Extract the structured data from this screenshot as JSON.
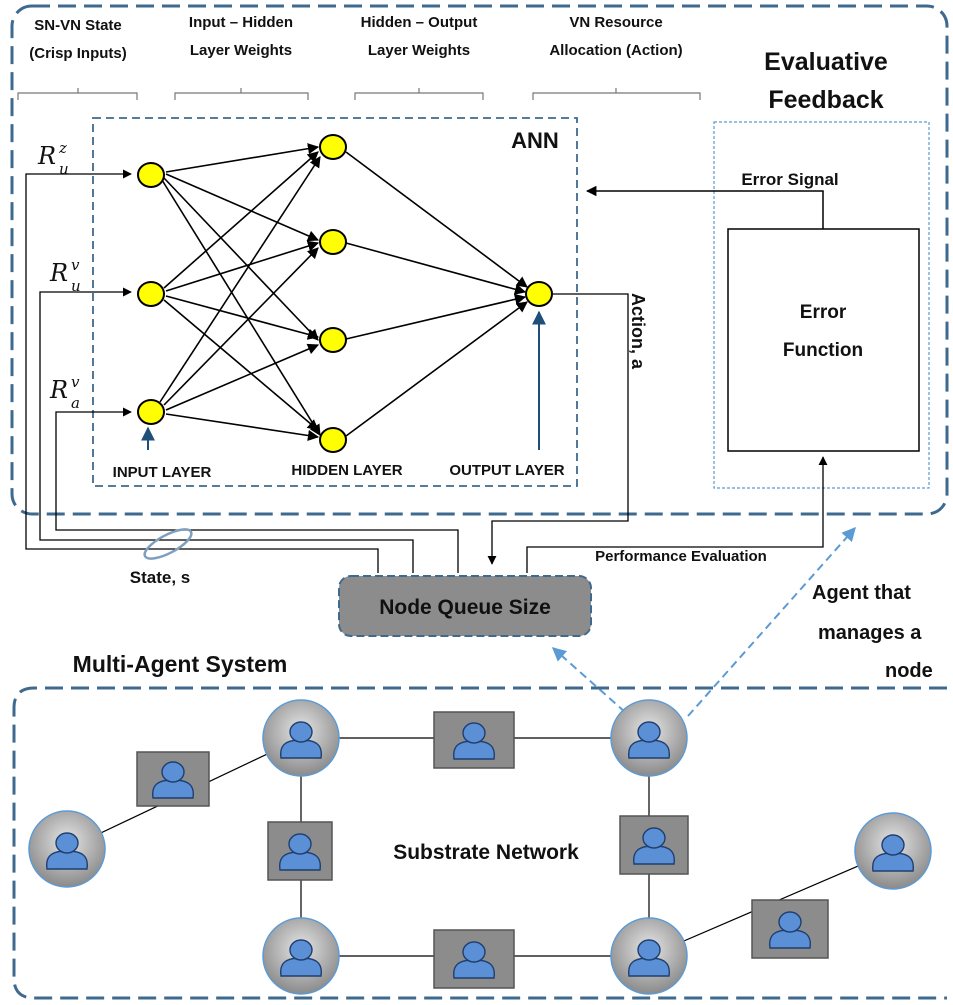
{
  "headers": {
    "col1_line1": "SN-VN State",
    "col1_line2": "(Crisp Inputs)",
    "col2_line1": "Input – Hidden",
    "col2_line2": "Layer Weights",
    "col3_line1": "Hidden – Output",
    "col3_line2": "Layer Weights",
    "col4_line1": "VN Resource",
    "col4_line2": "Allocation (Action)"
  },
  "feedback": {
    "line1": "Evaluative",
    "line2": "Feedback",
    "error_signal": "Error Signal",
    "error_function_line1": "Error",
    "error_function_line2": "Function"
  },
  "ann": {
    "title": "ANN",
    "input_layer": "INPUT LAYER",
    "hidden_layer": "HIDDEN LAYER",
    "output_layer": "OUTPUT LAYER",
    "action": "Action, a"
  },
  "inputs": {
    "r1_base": "R",
    "r1_sup": "z",
    "r1_sub": "u",
    "r2_base": "R",
    "r2_sup": "v",
    "r2_sub": "u",
    "r3_base": "R",
    "r3_sup": "v",
    "r3_sub": "a"
  },
  "loop": {
    "state": "State, s",
    "performance": "Performance Evaluation",
    "queue": "Node Queue Size"
  },
  "agent": {
    "line1": "Agent that",
    "line2": "manages a",
    "line3": "node"
  },
  "mas": {
    "title": "Multi-Agent System",
    "substrate": "Substrate Network"
  },
  "colors": {
    "dash_blue": "#3f6a8f",
    "neuron": "#ffff00",
    "queue_fill": "#8c8c8c",
    "agent_blue": "#5b8fd6",
    "arrow_light": "#5b9bd5",
    "dotted_blue": "#5b9bd5"
  }
}
